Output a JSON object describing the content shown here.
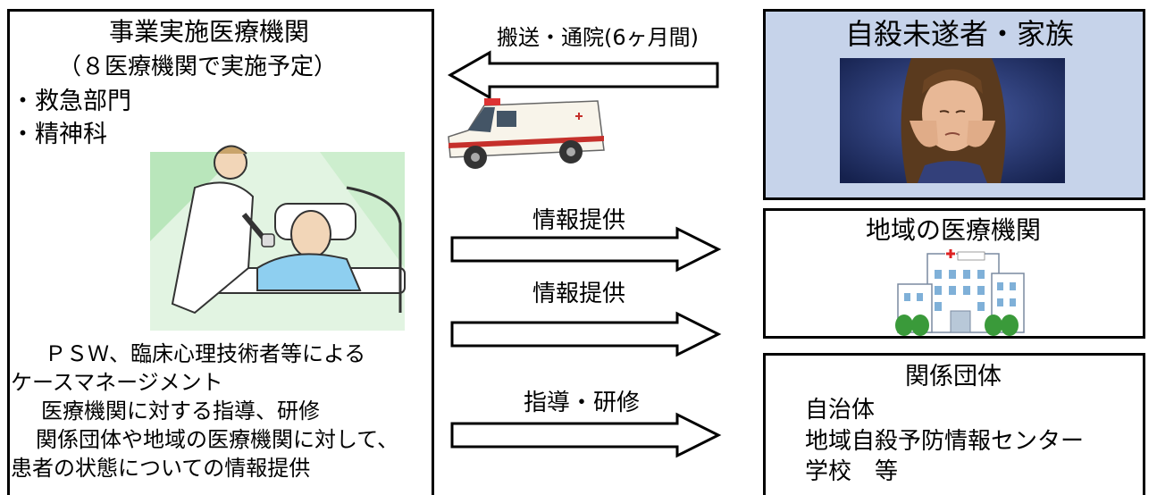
{
  "left_box": {
    "title": "事業実施医療機関",
    "subtitle": "（８医療機関で実施予定）",
    "departments": [
      "・救急部門",
      "・精神科"
    ],
    "description": [
      "ＰＳＷ、臨床心理技術者等による",
      "ケースマネージメント",
      "医療機関に対する指導、研修",
      "関係団体や地域の医療機関に対して、",
      "患者の状態についての情報提供"
    ]
  },
  "arrows": {
    "transport_label": "搬送・通院(6ヶ月間)",
    "info_label_1": "情報提供",
    "info_label_2": "情報提供",
    "guidance_label": "指導・研修"
  },
  "right_top": {
    "title": "自殺未遂者・家族"
  },
  "right_mid": {
    "title": "地域の医療機関"
  },
  "right_bottom": {
    "title": "関係団体",
    "items": [
      "自治体",
      "地域自殺予防情報センター",
      "学校　等"
    ]
  },
  "colors": {
    "patient_box_bg": "#c6d3ea",
    "photo_bg": "#1f2f6a"
  }
}
